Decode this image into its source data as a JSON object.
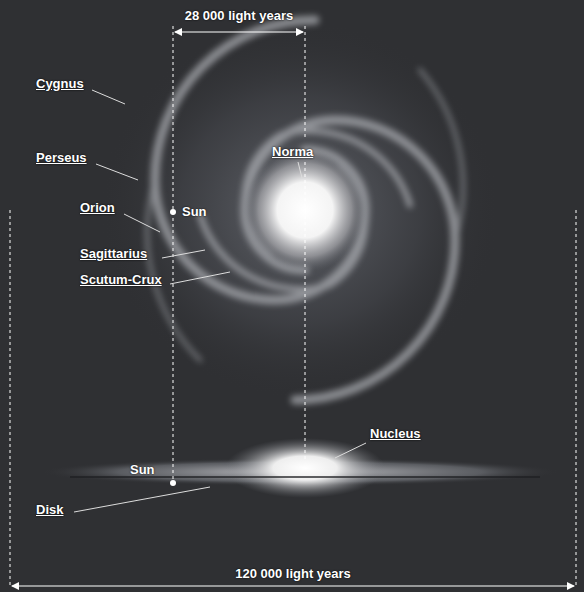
{
  "diagram": {
    "labels": [
      "28 000 light years",
      "Cygnus",
      "Perseus",
      "Norma",
      "Orion",
      "Sun",
      "Sagittarius",
      "Scutum-Crux",
      "Nucleus",
      "Sun",
      "Disk",
      "120 000 light years"
    ]
  }
}
